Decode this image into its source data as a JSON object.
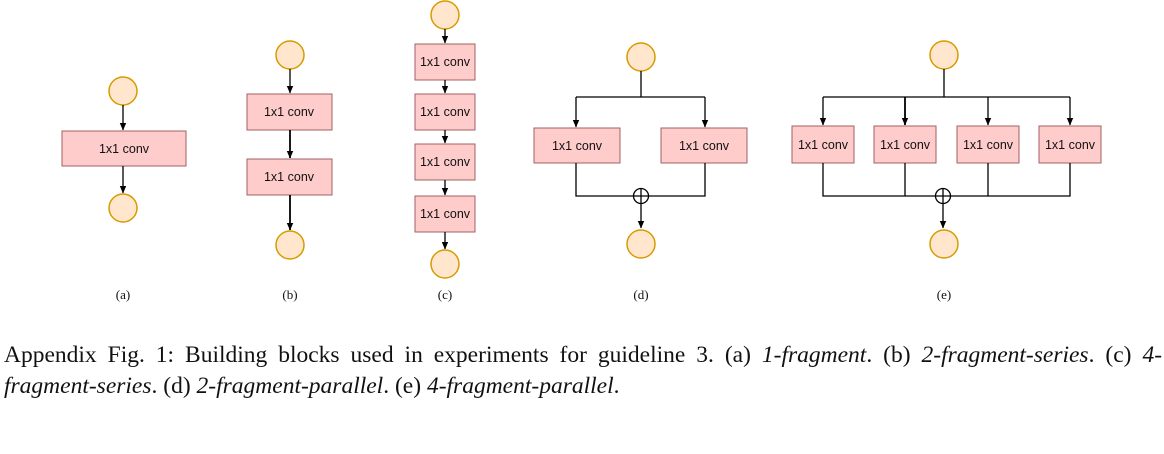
{
  "node_label": "1x1 conv",
  "panels": [
    {
      "id": "a",
      "label": "(a)"
    },
    {
      "id": "b",
      "label": "(b)"
    },
    {
      "id": "c",
      "label": "(c)"
    },
    {
      "id": "d",
      "label": "(d)"
    },
    {
      "id": "e",
      "label": "(e)"
    }
  ],
  "caption": {
    "prefix": "Appendix Fig. 1:",
    "lead": " Building blocks used in experiments for guideline 3. ",
    "a_tag": "(a) ",
    "a_name": "1-fragment",
    "b_tag": ". (b) ",
    "b_name": "2-fragment-series",
    "c_tag": ". (c) ",
    "c_name": "4-fragment-series",
    "d_tag": ". (d) ",
    "d_name": "2-fragment-parallel",
    "e_tag": ". (e) ",
    "e_name": "4-fragment-parallel",
    "end": "."
  },
  "colors": {
    "box_fill": "#ffcccc",
    "box_stroke": "#a06060",
    "circle_fill": "#ffe6cc",
    "circle_stroke": "#d79b00",
    "line": "#000000"
  }
}
